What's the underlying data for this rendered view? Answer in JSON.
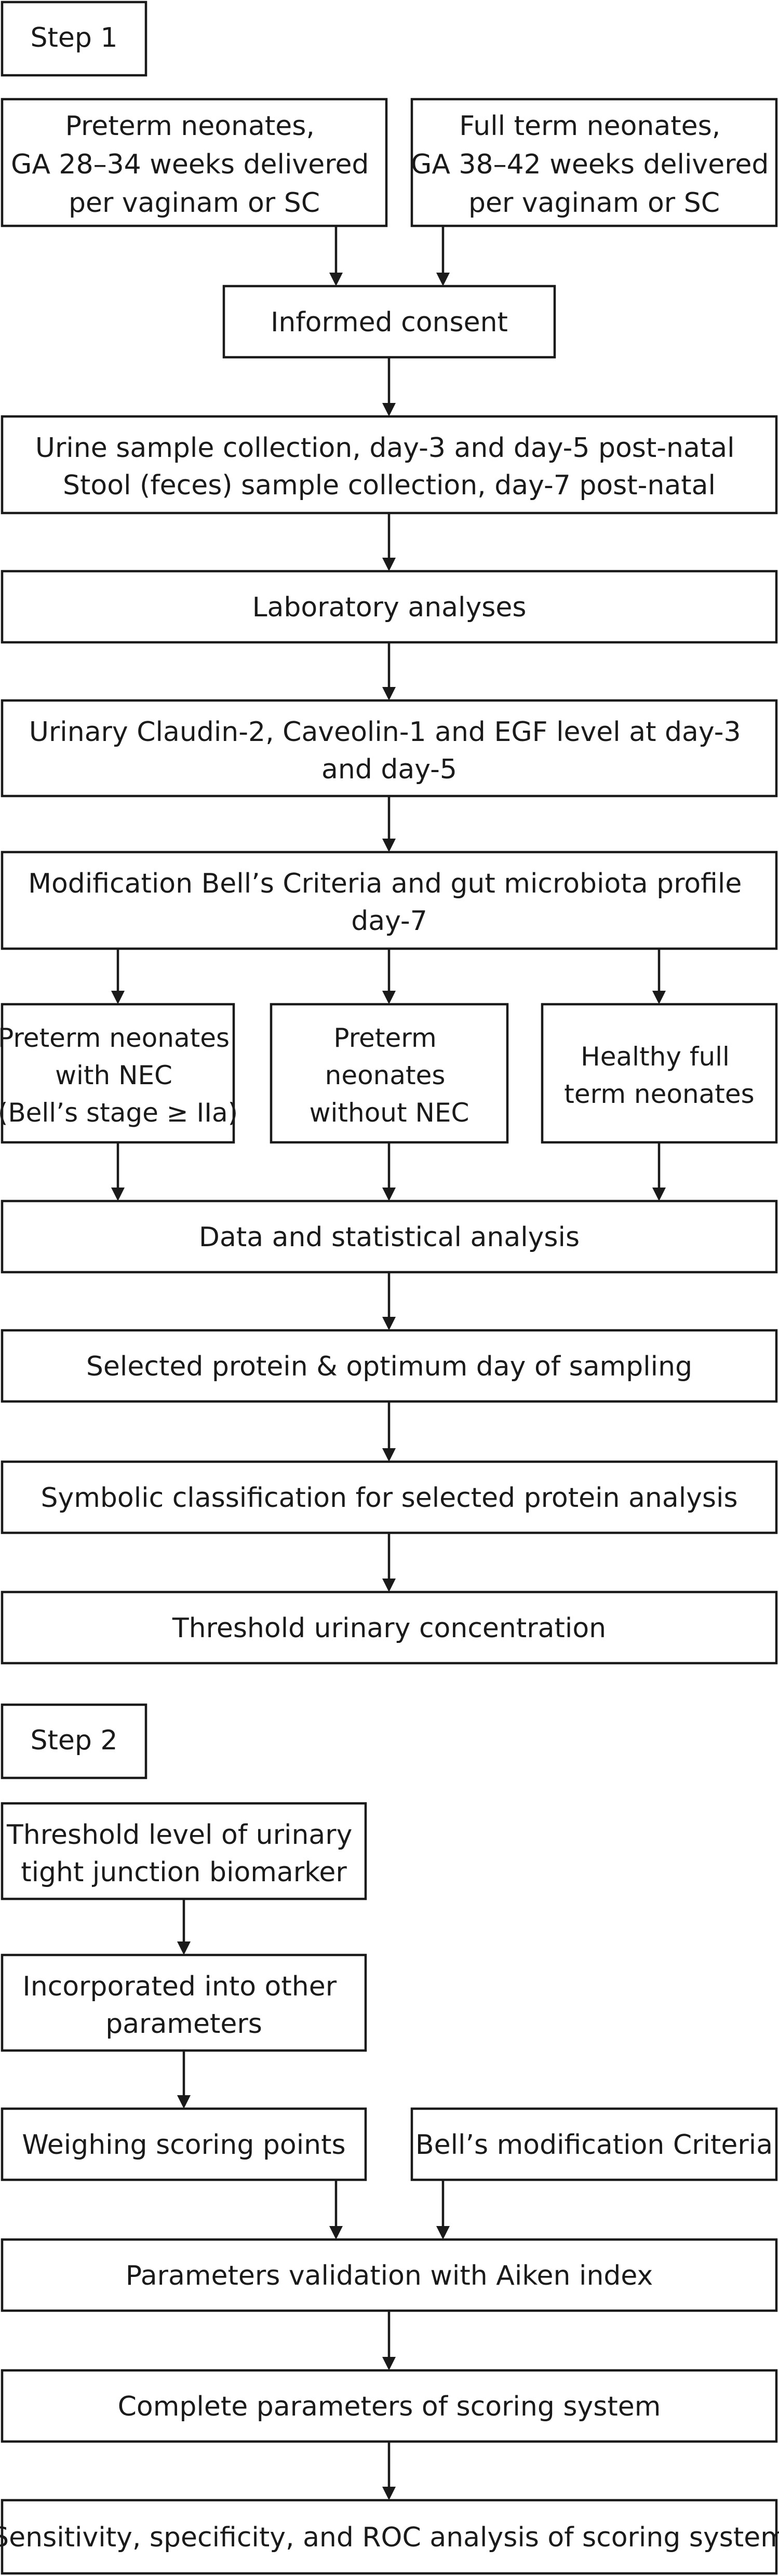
{
  "step1": {
    "label": "Step 1",
    "preterm_group": [
      "Preterm neonates,",
      "GA 28–34 weeks delivered",
      "per vaginam or SC"
    ],
    "fullterm_group": [
      "Full term neonates,",
      "GA 38–42 weeks delivered",
      "per vaginam or SC"
    ],
    "informed_consent": "Informed consent",
    "sample_collection": [
      "Urine sample collection, day-3 and day-5 post-natal",
      "Stool (feces) sample collection, day-7 post-natal"
    ],
    "lab_analyses": "Laboratory analyses",
    "urinary_levels": [
      "Urinary Claudin-2, Caveolin-1 and EGF level at day-3",
      "and day-5"
    ],
    "bells_criteria": [
      "Modification Bell’s Criteria and gut microbiota profile",
      "day-7"
    ],
    "group_nec": [
      "Preterm neonates",
      "with NEC",
      "(Bell’s stage ≥ IIa)"
    ],
    "group_without_nec": [
      "Preterm",
      "neonates",
      "without NEC"
    ],
    "group_healthy": [
      "Healthy full",
      "term neonates"
    ],
    "data_analysis": "Data and statistical analysis",
    "selected_protein": "Selected protein & optimum day of sampling",
    "symbolic_classification": "Symbolic classification for selected protein analysis",
    "threshold_concentration": "Threshold urinary concentration"
  },
  "step2": {
    "label": "Step 2",
    "threshold_level": [
      "Threshold level of urinary",
      "tight junction biomarker"
    ],
    "incorporated": [
      "Incorporated into other",
      "parameters"
    ],
    "weighing_points": "Weighing scoring points",
    "bells_modification": "Bell’s modification Criteria",
    "validation": "Parameters validation with Aiken index",
    "complete_parameters": "Complete parameters of scoring system",
    "sensitivity": "Sensitivity, specificity, and ROC analysis of scoring system"
  }
}
